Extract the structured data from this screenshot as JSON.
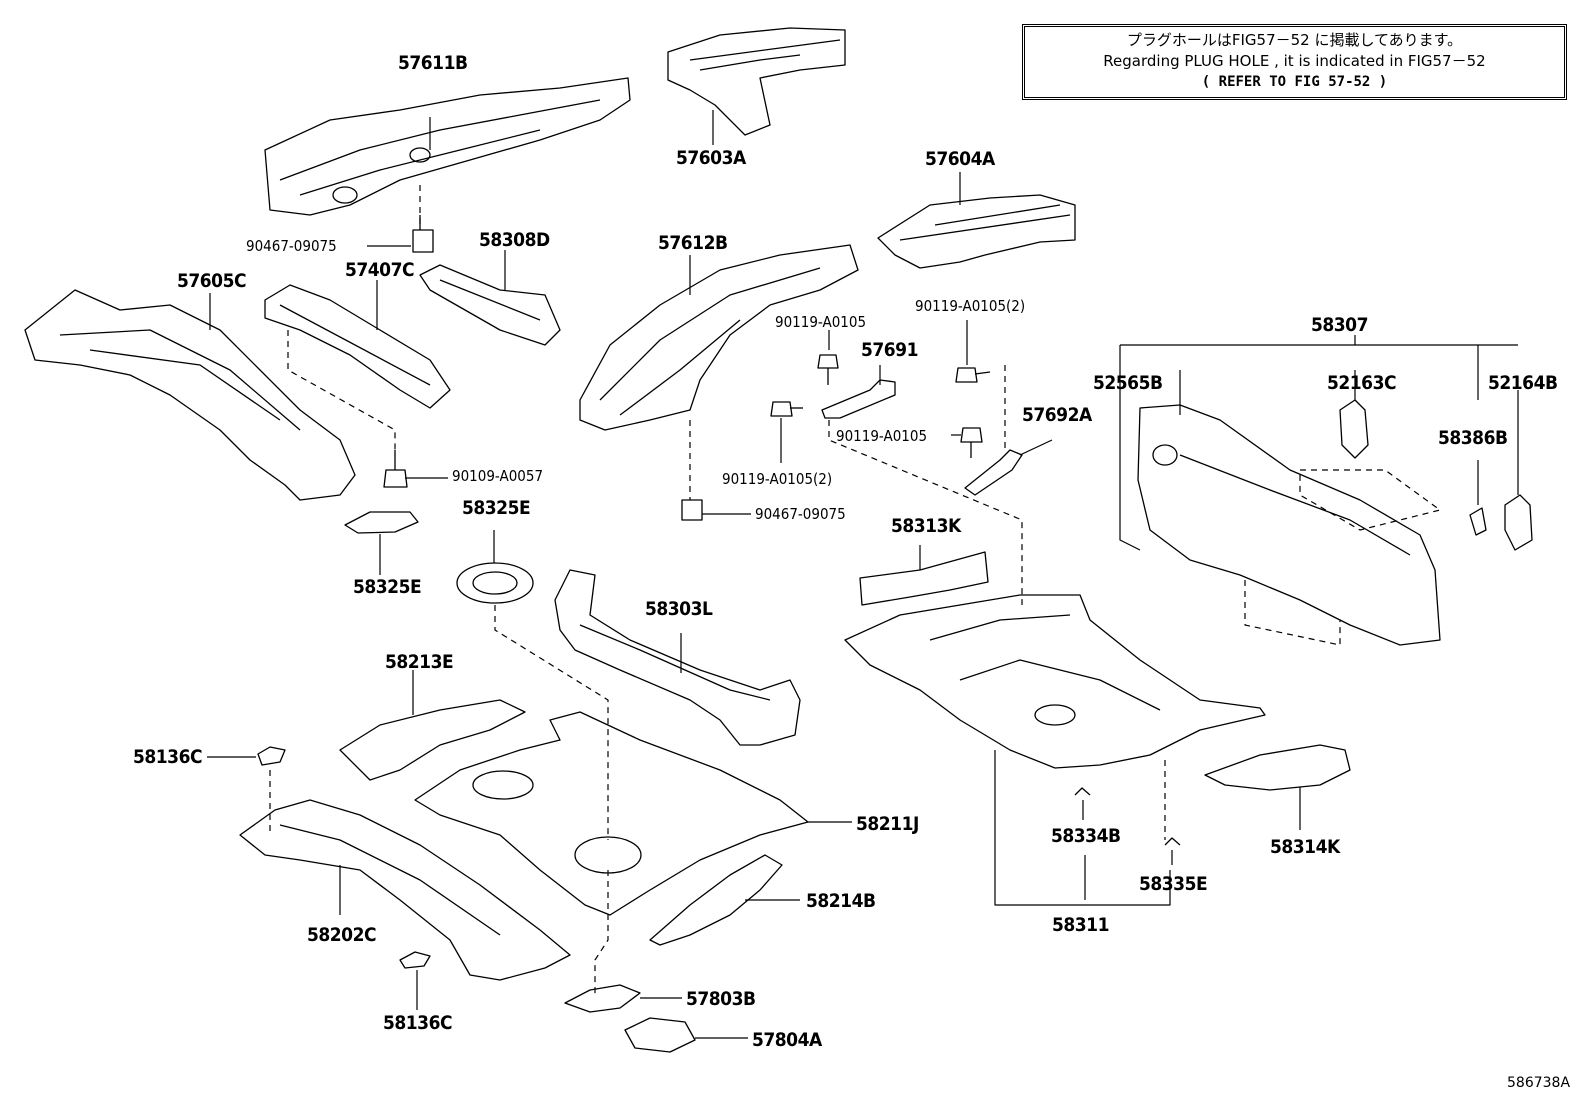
{
  "note": {
    "line1": "プラグホールはFIG57－52 に掲載してあります。",
    "line2": "Regarding PLUG HOLE , it is indicated in FIG57－52",
    "line3": "(  REFER TO FIG 57-52  )"
  },
  "figure_id": "586738A",
  "labels": {
    "p57611B": "57611B",
    "p57603A": "57603A",
    "p57604A": "57604A",
    "p90467_09075_a": "90467-09075",
    "p58308D": "58308D",
    "p57407C": "57407C",
    "p57605C": "57605C",
    "p57612B": "57612B",
    "p90119_A0105_a": "90119-A0105",
    "p90119_A0105_2a": "90119-A0105(2)",
    "p57691": "57691",
    "p57692A": "57692A",
    "p90119_A0105_b": "90119-A0105",
    "p90119_A0105_2b": "90119-A0105(2)",
    "p90109_A0057": "90109-A0057",
    "p90467_09075_b": "90467-09075",
    "p58325E_a": "58325E",
    "p58325E_b": "58325E",
    "p58313K": "58313K",
    "p58307": "58307",
    "p52565B": "52565B",
    "p52163C": "52163C",
    "p52164B": "52164B",
    "p58386B": "58386B",
    "p58303L": "58303L",
    "p58213E": "58213E",
    "p58136C_a": "58136C",
    "p58211J": "58211J",
    "p58202C": "58202C",
    "p58214B": "58214B",
    "p58136C_b": "58136C",
    "p57803B": "57803B",
    "p57804A": "57804A",
    "p58334B": "58334B",
    "p58335E": "58335E",
    "p58311": "58311",
    "p58314K": "58314K"
  }
}
